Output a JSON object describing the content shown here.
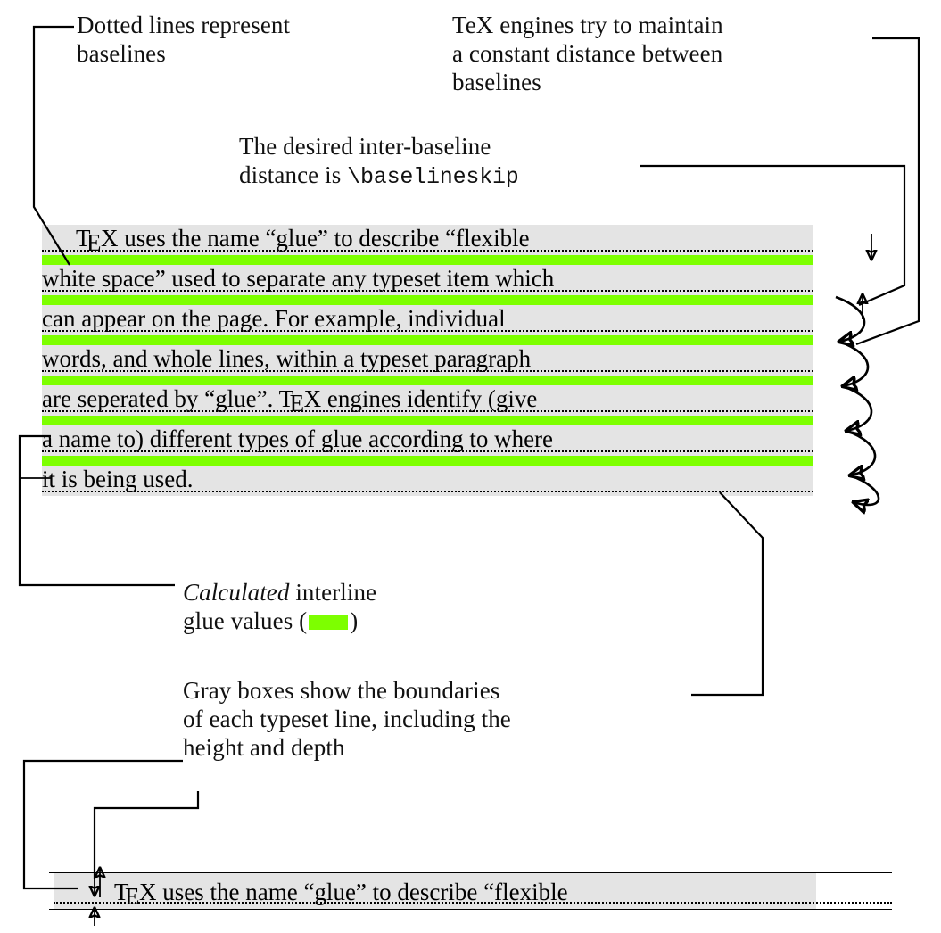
{
  "colors": {
    "glue_green": "#7DFF00",
    "line_grey_box": "#E4E4E4",
    "ink": "#000000",
    "page": "#FFFFFF"
  },
  "annotations": {
    "dotted_lines": "Dotted lines represent\nbaselines",
    "tex_engines": "TeX engines try to maintain\na constant distance between\nbaselines",
    "desired_distance_pre": "The desired inter-baseline\ndistance is ",
    "desired_distance_code": "\\baselineskip",
    "calculated_glue_pre_italic": "Calculated",
    "calculated_glue_mid": " interline\nglue values (",
    "calculated_glue_post": ")",
    "grey_boxes": "Gray boxes show the boundaries\nof each typeset line, including the\nheight and depth"
  },
  "paragraph": {
    "lines": [
      {
        "id": "line-1",
        "pre": "",
        "tex": true,
        "text": " uses  the  name  “glue”  to  describe  “flexible",
        "indent": 38
      },
      {
        "id": "line-2",
        "pre": "white space” used to separate any typeset item which",
        "tex": false,
        "text": "",
        "indent": 0
      },
      {
        "id": "line-3",
        "pre": "can  appear  on  the  page.   For  example,  individual",
        "tex": false,
        "text": "",
        "indent": 0
      },
      {
        "id": "line-4",
        "pre": "words,  and  whole  lines,  within  a  typeset  paragraph",
        "tex": false,
        "text": "",
        "indent": 0
      },
      {
        "id": "line-5",
        "pre": "are seperated by  “glue”.  ",
        "tex": true,
        "text": " engines identify  (give",
        "indent": 0
      },
      {
        "id": "line-6",
        "pre": "a name to) different types of glue according to where",
        "tex": false,
        "text": "",
        "indent": 0
      },
      {
        "id": "line-7",
        "pre": "it is being used.",
        "tex": false,
        "text": "",
        "indent": 0
      }
    ],
    "glue_bar_count": 6
  },
  "bottom_demo": {
    "pre": "",
    "tex": true,
    "text": " uses  the  name  “glue”  to  describe  “flexible"
  },
  "tex_logo": {
    "t": "T",
    "e": "E",
    "x": "X"
  },
  "arrows": {
    "baselineskip_down": "down-arrow",
    "baselineskip_up": "up-arrow",
    "height_up": "up-arrow",
    "depth_up": "up-arrow",
    "baseline_down": "down-arrow"
  }
}
